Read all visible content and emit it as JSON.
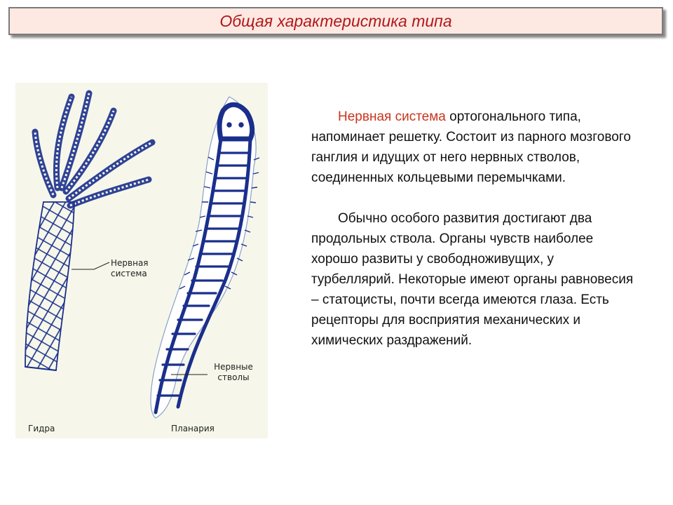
{
  "slide": {
    "title": "Общая характеристика типа"
  },
  "figure": {
    "label_hydra_nervous": "Нервная система",
    "label_planaria_trunks": "Нервные стволы",
    "caption_hydra": "Гидра",
    "caption_planaria": "Планария"
  },
  "text": {
    "p1_highlight": "Нервная система",
    "p1_rest": " ортогонального типа, напоминает решетку. Состоит из парного мозгового ганглия и идущих от него нервных стволов, соединенных кольцевыми перемычками.",
    "p2": "Обычно особого развития достигают два продольных ствола. Органы чувств наиболее хорошо развиты у свободноживущих, у турбеллярий. Некоторые имеют органы равновесия – статоцисты, почти всегда имеются глаза. Есть рецепторы для восприятия механических и химических раздражений."
  },
  "colors": {
    "title_text": "#b2161b",
    "title_bg": "#fde9e2",
    "accent": "#c8351c",
    "nerve_blue": "#1a2f8c",
    "figure_bg": "#f6f7ea"
  }
}
